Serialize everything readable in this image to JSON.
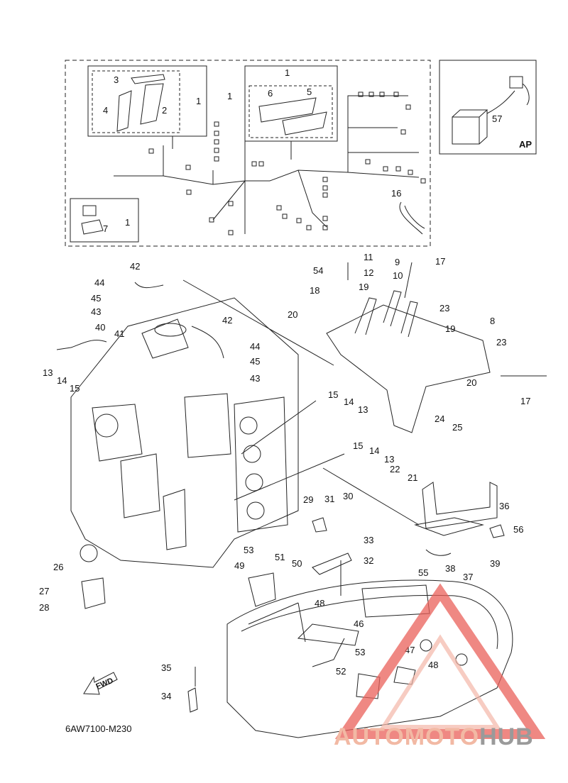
{
  "diagram": {
    "part_code": "6AW7100-M230",
    "kit_label": "AP",
    "fwd_label": "FWD",
    "watermark": {
      "part1": "AUTOMOTO",
      "part2": "HUB"
    },
    "callouts": [
      "1",
      "2",
      "3",
      "4",
      "5",
      "6",
      "7",
      "8",
      "9",
      "10",
      "11",
      "12",
      "13",
      "14",
      "15",
      "16",
      "17",
      "18",
      "19",
      "20",
      "21",
      "22",
      "23",
      "24",
      "25",
      "26",
      "27",
      "28",
      "29",
      "30",
      "31",
      "32",
      "33",
      "34",
      "35",
      "36",
      "37",
      "38",
      "39",
      "40",
      "41",
      "42",
      "43",
      "44",
      "45",
      "46",
      "47",
      "48",
      "49",
      "50",
      "51",
      "52",
      "53",
      "54",
      "55",
      "56",
      "57"
    ]
  },
  "colors": {
    "line": "#222222",
    "dash": "#444444",
    "watermark_red": "#e9605a",
    "watermark_pink": "#f4b7a8",
    "watermark_grey": "#9a9a9a"
  }
}
